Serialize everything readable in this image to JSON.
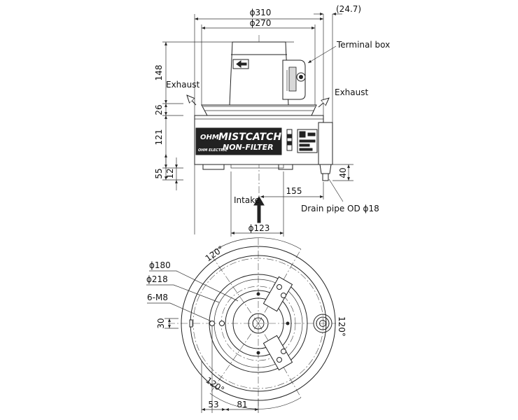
{
  "front_view": {
    "dims": {
      "d310": "ϕ310",
      "d270": "ϕ270",
      "off_24_7": "(24.7)",
      "h148": "148",
      "h26": "26",
      "h121": "121",
      "h55": "55",
      "h12": "12",
      "h40": "40",
      "w155": "155",
      "d123": "ϕ123"
    },
    "labels": {
      "terminal_box": "Terminal box",
      "exhaust_left": "Exhaust",
      "exhaust_right": "Exhaust",
      "intake": "Intake",
      "drain_pipe": "Drain pipe  OD ϕ18"
    },
    "nameplate": {
      "logo": "OHM",
      "line1": "MISTCATCH",
      "line2": "NON-FILTER",
      "maker": "OHM ELECTRIC"
    }
  },
  "top_view": {
    "dims": {
      "d180": "ϕ180",
      "d218": "ϕ218",
      "holes": "6-M8",
      "h30": "30",
      "w53": "53",
      "w81": "81",
      "angle_top": "120°",
      "angle_right": "120°",
      "angle_bottom": "120°"
    }
  }
}
